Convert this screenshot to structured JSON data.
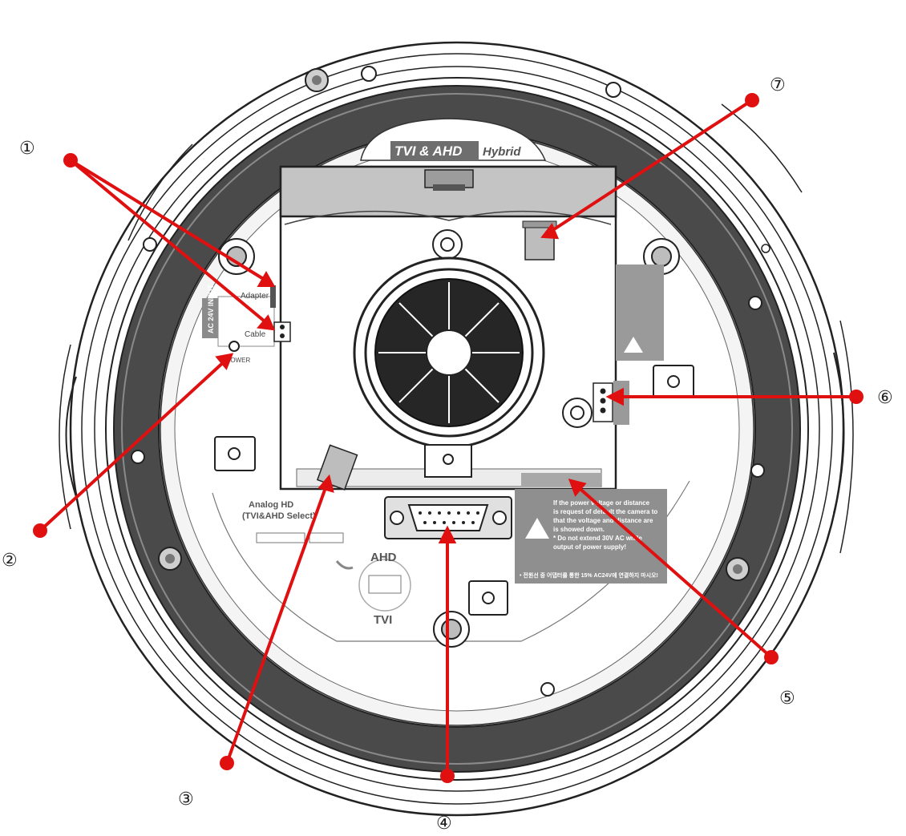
{
  "figure": {
    "badge_left": "TVI & AHD",
    "badge_right": "Hybrid",
    "input_label": "AC 24V INPUT",
    "adapter_label": "Adapter",
    "cable_label": "Cable",
    "power_label": "POWER",
    "select_title": "Analog HD",
    "select_sub": "(TVI&AHD Select)",
    "ahd_label": "AHD",
    "tvi_label": "TVI",
    "warning_text": [
      "If the power voltage or distance",
      "is request of default the camera to",
      "that the voltage and distance are",
      "is showed down.",
      "* Do not extend 30V AC while",
      "output of power supply!"
    ],
    "warning_korean": "• 전원선 중 어댑터를 통한 15% AC24V에 연결하지 마시오!"
  },
  "callouts": [
    {
      "id": "1",
      "symbol": "①"
    },
    {
      "id": "2",
      "symbol": "②"
    },
    {
      "id": "3",
      "symbol": "③"
    },
    {
      "id": "4",
      "symbol": "④"
    },
    {
      "id": "5",
      "symbol": "⑤"
    },
    {
      "id": "6",
      "symbol": "⑥"
    },
    {
      "id": "7",
      "symbol": "⑦"
    }
  ],
  "colors": {
    "callout": "#e01010",
    "ring_dark": "#4a4a4a",
    "ring_mid": "#9a9a9a",
    "panel": "#e6e6e6",
    "line": "#333333"
  }
}
